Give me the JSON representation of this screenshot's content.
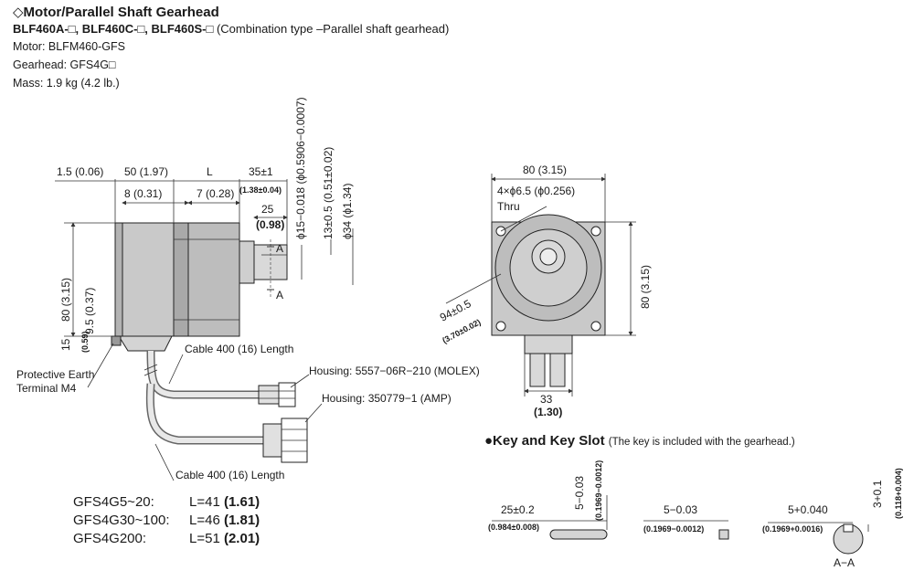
{
  "header": {
    "title": "◇Motor/Parallel Shaft Gearhead",
    "models": "BLF460A-□, BLF460C-□, BLF460S-□",
    "combination": "(Combination type –Parallel shaft gearhead)",
    "motor": "Motor: BLFM460-GFS",
    "gearhead": "Gearhead: GFS4G□",
    "mass": "Mass: 1.9 kg (4.2 lb.)"
  },
  "side_view": {
    "dim_1_5": "1.5 (0.06)",
    "dim_50": "50 (1.97)",
    "dim_L": "L",
    "dim_35": "35±1",
    "dim_35_in": "(1.38±0.04)",
    "dim_8": "8 (0.31)",
    "dim_7": "7 (0.28)",
    "dim_25": "25",
    "dim_25_in": "(0.98)",
    "dim_phi15": "ϕ15−0.018 (ϕ0.5906−0.0007)",
    "dim_13": "13±0.5 (0.51±0.02)",
    "dim_phi34": "ϕ34 (ϕ1.34)",
    "dim_80": "80 (3.15)",
    "dim_9_5": "9.5 (0.37)",
    "dim_15": "15",
    "dim_15_in": "(0.59)",
    "section_a": "A",
    "protective_earth": "Protective Earth",
    "terminal": "Terminal M4",
    "cable_top": "Cable 400 (16) Length",
    "cable_bottom": "Cable 400 (16) Length",
    "housing_molex": "Housing: 5557−06R−210 (MOLEX)",
    "housing_amp": "Housing: 350779−1 (AMP)"
  },
  "front_view": {
    "dim_80_top": "80 (3.15)",
    "holes": "4×ϕ6.5 (ϕ0.256)",
    "thru": "Thru",
    "dim_80_right": "80 (3.15)",
    "dim_94": "94±0.5",
    "dim_94_in": "(3.70±0.02)",
    "dim_33": "33",
    "dim_33_in": "(1.30)"
  },
  "ratio_table": [
    {
      "model": "GFS4G5~20:",
      "l_mm": "L=41",
      "l_in": "(1.61)"
    },
    {
      "model": "GFS4G30~100:",
      "l_mm": "L=46",
      "l_in": "(1.81)"
    },
    {
      "model": "GFS4G200:",
      "l_mm": "L=51",
      "l_in": "(2.01)"
    }
  ],
  "key_section": {
    "heading": "●Key and Key Slot",
    "note": "(The key is included with the gearhead.)",
    "key_len": "25±0.2",
    "key_len_in": "(0.984±0.008)",
    "key_h": "5−0.03",
    "key_h_in": "(0.1969−0.0012)",
    "key_w": "5−0.03",
    "key_w_in": "(0.1969−0.0012)",
    "slot_w": "5+0.040",
    "slot_w_in": "(0.1969+0.0016)",
    "slot_d": "3+0.1",
    "slot_d_in": "(0.118+0.004)",
    "section_label": "A−A"
  }
}
